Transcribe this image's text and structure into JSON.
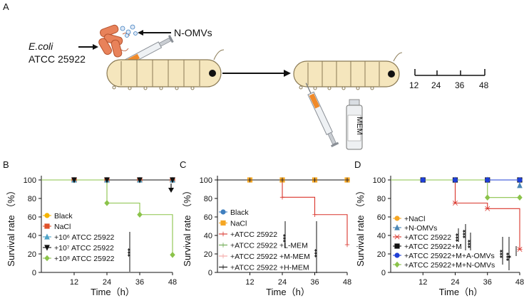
{
  "panel_labels": {
    "a": "A",
    "b": "B",
    "c": "C",
    "d": "D"
  },
  "schematic": {
    "ecoli_label": "E.coli",
    "strain_label": "ATCC 25922",
    "vesicle_label": "N-OMVs",
    "drug_label": "MEM",
    "timeline_ticks": [
      "12",
      "24",
      "36",
      "48"
    ]
  },
  "chart_data": [
    {
      "panel": "B",
      "type": "line",
      "xlabel": "Time（h）",
      "ylabel": "Survival rate （%）",
      "x_ticks": [
        "12",
        "24",
        "36",
        "48"
      ],
      "y_ticks": [
        "0",
        "20",
        "40",
        "60",
        "80",
        "100"
      ],
      "xlim": [
        0,
        48
      ],
      "ylim": [
        0,
        100
      ],
      "sig": "***",
      "series": [
        {
          "name": "Black",
          "color": "#f5b400",
          "marker": "circle",
          "x": [
            0,
            12,
            24,
            36,
            48
          ],
          "y": [
            100,
            100,
            100,
            100,
            100
          ]
        },
        {
          "name": "NaCl",
          "color": "#e0522a",
          "marker": "square",
          "x": [
            0,
            12,
            24,
            36,
            48
          ],
          "y": [
            100,
            100,
            100,
            100,
            100
          ]
        },
        {
          "name": "+10⁶ ATCC 25922",
          "color": "#4da3c7",
          "marker": "triangle-up",
          "x": [
            0,
            12,
            24,
            36,
            48
          ],
          "y": [
            100,
            100,
            100,
            100,
            100
          ]
        },
        {
          "name": "+10⁷ ATCC 25922",
          "color": "#111111",
          "marker": "triangle-down",
          "x": [
            0,
            12,
            24,
            36,
            48
          ],
          "y": [
            100,
            100,
            100,
            100,
            100
          ]
        },
        {
          "name": "+10⁸ ATCC 25922",
          "color": "#8bc34a",
          "marker": "diamond",
          "x": [
            24,
            36,
            48
          ],
          "y": [
            75,
            62.5,
            19
          ]
        }
      ]
    },
    {
      "panel": "C",
      "type": "line",
      "xlabel": "Time（h）",
      "ylabel": "Survival rate （%）",
      "x_ticks": [
        "12",
        "24",
        "36",
        "48"
      ],
      "y_ticks": [
        "0",
        "20",
        "40",
        "60",
        "80",
        "100"
      ],
      "xlim": [
        0,
        48
      ],
      "ylim": [
        0,
        100
      ],
      "sig": [
        "***",
        "***"
      ],
      "series": [
        {
          "name": "Black",
          "color": "#3f7fbf",
          "marker": "circle",
          "x": [
            0,
            12,
            24,
            36,
            48
          ],
          "y": [
            100,
            100,
            100,
            100,
            100
          ]
        },
        {
          "name": "NaCl",
          "color": "#f5a623",
          "marker": "square",
          "x": [
            0,
            12,
            24,
            36,
            48
          ],
          "y": [
            100,
            100,
            100,
            100,
            100
          ]
        },
        {
          "name": "+ATCC 25922",
          "color": "#d9342b",
          "marker": "plus",
          "x": [
            24,
            36,
            48
          ],
          "y": [
            81.3,
            62.5,
            30
          ]
        },
        {
          "name": "+ATCC 25922 +L-MEM",
          "color": "#6aa84f",
          "marker": "plus",
          "x": [
            0,
            12,
            24,
            36,
            48
          ],
          "y": [
            100,
            100,
            100,
            100,
            100
          ]
        },
        {
          "name": "+ATCC 25922 +M-MEM",
          "color": "#f4a3a0",
          "marker": "plus",
          "x": [
            0,
            12,
            24,
            36,
            48
          ],
          "y": [
            100,
            100,
            100,
            100,
            100
          ]
        },
        {
          "name": "+ATCC 25922 +H-MEM",
          "color": "#111111",
          "marker": "plus",
          "x": [
            0,
            12,
            24,
            36,
            48
          ],
          "y": [
            100,
            100,
            100,
            100,
            100
          ]
        }
      ]
    },
    {
      "panel": "D",
      "type": "line",
      "xlabel": "Time（h）",
      "ylabel": "Survival rate （%）",
      "x_ticks": [
        "12",
        "24",
        "36",
        "48"
      ],
      "y_ticks": [
        "0",
        "20",
        "40",
        "60",
        "80",
        "100"
      ],
      "xlim": [
        0,
        48
      ],
      "ylim": [
        0,
        100
      ],
      "sig": [
        "***",
        "***",
        "***",
        "***",
        "***",
        "*"
      ],
      "series": [
        {
          "name": "+NaCl",
          "color": "#f5a623",
          "marker": "circle",
          "x": [
            0,
            12,
            24,
            36,
            48
          ],
          "y": [
            100,
            100,
            100,
            100,
            100
          ]
        },
        {
          "name": "+N-OMVs",
          "color": "#4a86b5",
          "marker": "triangle-up",
          "x": [
            0,
            12,
            24,
            36,
            48
          ],
          "y": [
            100,
            100,
            100,
            100,
            94
          ]
        },
        {
          "name": "+ATCC 25922",
          "color": "#d9342b",
          "marker": "star",
          "x": [
            24,
            36,
            48
          ],
          "y": [
            75,
            69,
            25
          ]
        },
        {
          "name": "+ATCC 25922+M",
          "color": "#111111",
          "marker": "square",
          "x": [
            0,
            12,
            24,
            36,
            48
          ],
          "y": [
            100,
            100,
            100,
            100,
            100
          ]
        },
        {
          "name": "+ATCC 25922+M+A-OMVs",
          "color": "#1f3fd6",
          "marker": "circle",
          "x": [
            0,
            12,
            24,
            36,
            48
          ],
          "y": [
            100,
            100,
            100,
            100,
            100
          ]
        },
        {
          "name": "+ATCC 25922+M+N-OMVs",
          "color": "#8bc34a",
          "marker": "diamond",
          "x": [
            36,
            48
          ],
          "y": [
            81,
            81
          ]
        }
      ]
    }
  ]
}
